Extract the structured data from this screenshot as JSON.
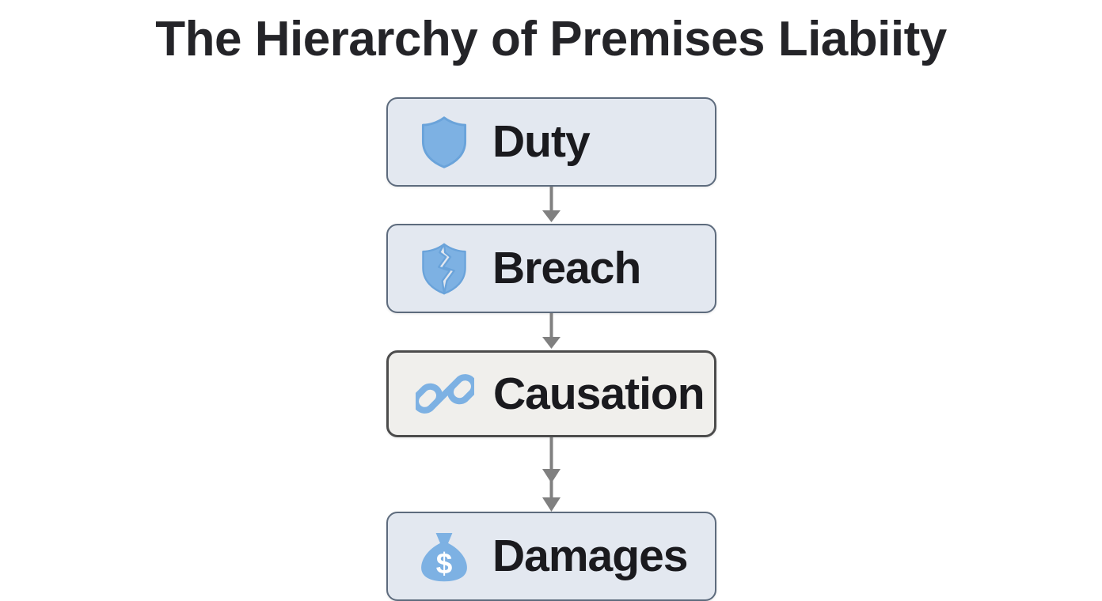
{
  "page": {
    "title": "The Hierarchy of Premises Liabiity",
    "background_color": "#ffffff",
    "title_color": "#242428"
  },
  "theme": {
    "node_fill_blue": "#e3e8f0",
    "node_fill_warm": "#f0efec",
    "node_border_blue": "#5d6b7d",
    "node_border_warm": "#4c4c4c",
    "icon_blue": "#7db1e3",
    "icon_blue_dark": "#6aa3da",
    "label_color": "#1a1a1e",
    "arrow_color": "#808080"
  },
  "flow": {
    "nodes": [
      {
        "id": "duty",
        "label": "Duty",
        "icon": "shield-icon",
        "style": "blue"
      },
      {
        "id": "breach",
        "label": "Breach",
        "icon": "broken-shield-icon",
        "style": "blue"
      },
      {
        "id": "causation",
        "label": "Causation",
        "icon": "chain-link-icon",
        "style": "warm"
      },
      {
        "id": "damages",
        "label": "Damages",
        "icon": "money-bag-icon",
        "style": "blue"
      }
    ],
    "connectors": [
      {
        "id": "duty-to-breach",
        "from": "duty",
        "to": "breach",
        "heads": 1
      },
      {
        "id": "breach-to-causation",
        "from": "breach",
        "to": "causation",
        "heads": 1
      },
      {
        "id": "causation-to-damages",
        "from": "causation",
        "to": "damages",
        "heads": 2
      }
    ]
  }
}
